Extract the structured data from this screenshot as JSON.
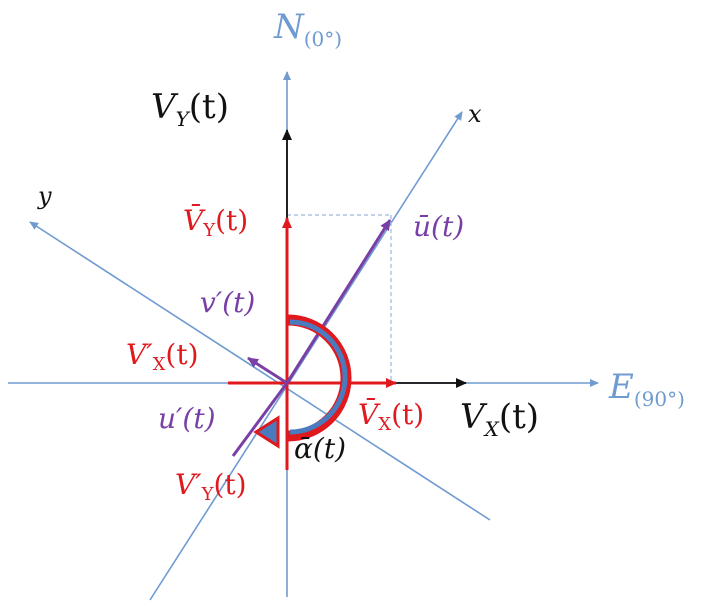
{
  "labels": {
    "north": "N",
    "north_sub": "(0°)",
    "east": "E",
    "east_sub": "(90°)",
    "vy": "V",
    "vy_sub": "Y",
    "vy_t": "(t)",
    "vx": "V",
    "vx_sub": "X",
    "vx_t": "(t)",
    "x_axis": "x",
    "y_axis": "y",
    "vbar_y": "V̄",
    "vbar_y_sub": "Y",
    "vbar_y_t": "(t)",
    "vbar_x": "V̄",
    "vbar_x_sub": "X",
    "vbar_x_t": "(t)",
    "ubar": "ū(t)",
    "vprime": "v′(t)",
    "uprime": "u′(t)",
    "vprime_x": "V′",
    "vprime_x_sub": "X",
    "vprime_x_t": "(t)",
    "vprime_y": "V′",
    "vprime_y_sub": "Y",
    "vprime_y_t": "(t)",
    "alpha": "ᾱ(t)"
  },
  "colors": {
    "compass_blue": "#6f9bd1",
    "black": "#111111",
    "red": "#e0191e",
    "purple": "#7a3fa6",
    "dashed": "#9db8df"
  }
}
